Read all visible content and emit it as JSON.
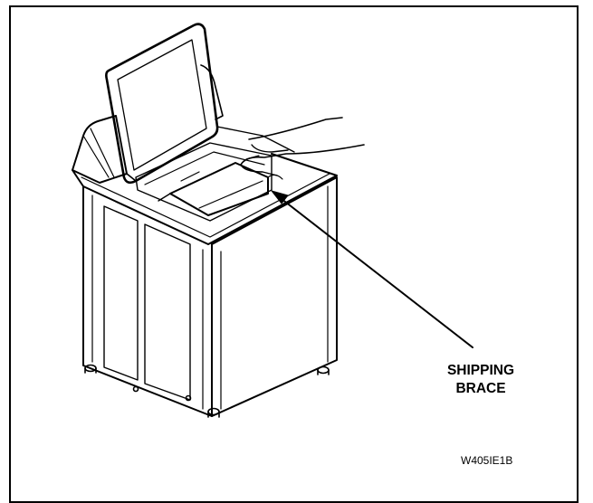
{
  "callout": {
    "line1": "SHIPPING",
    "line2": "BRACE"
  },
  "figure_code": "W405IE1B",
  "colors": {
    "line": "#000000",
    "background": "#ffffff"
  }
}
